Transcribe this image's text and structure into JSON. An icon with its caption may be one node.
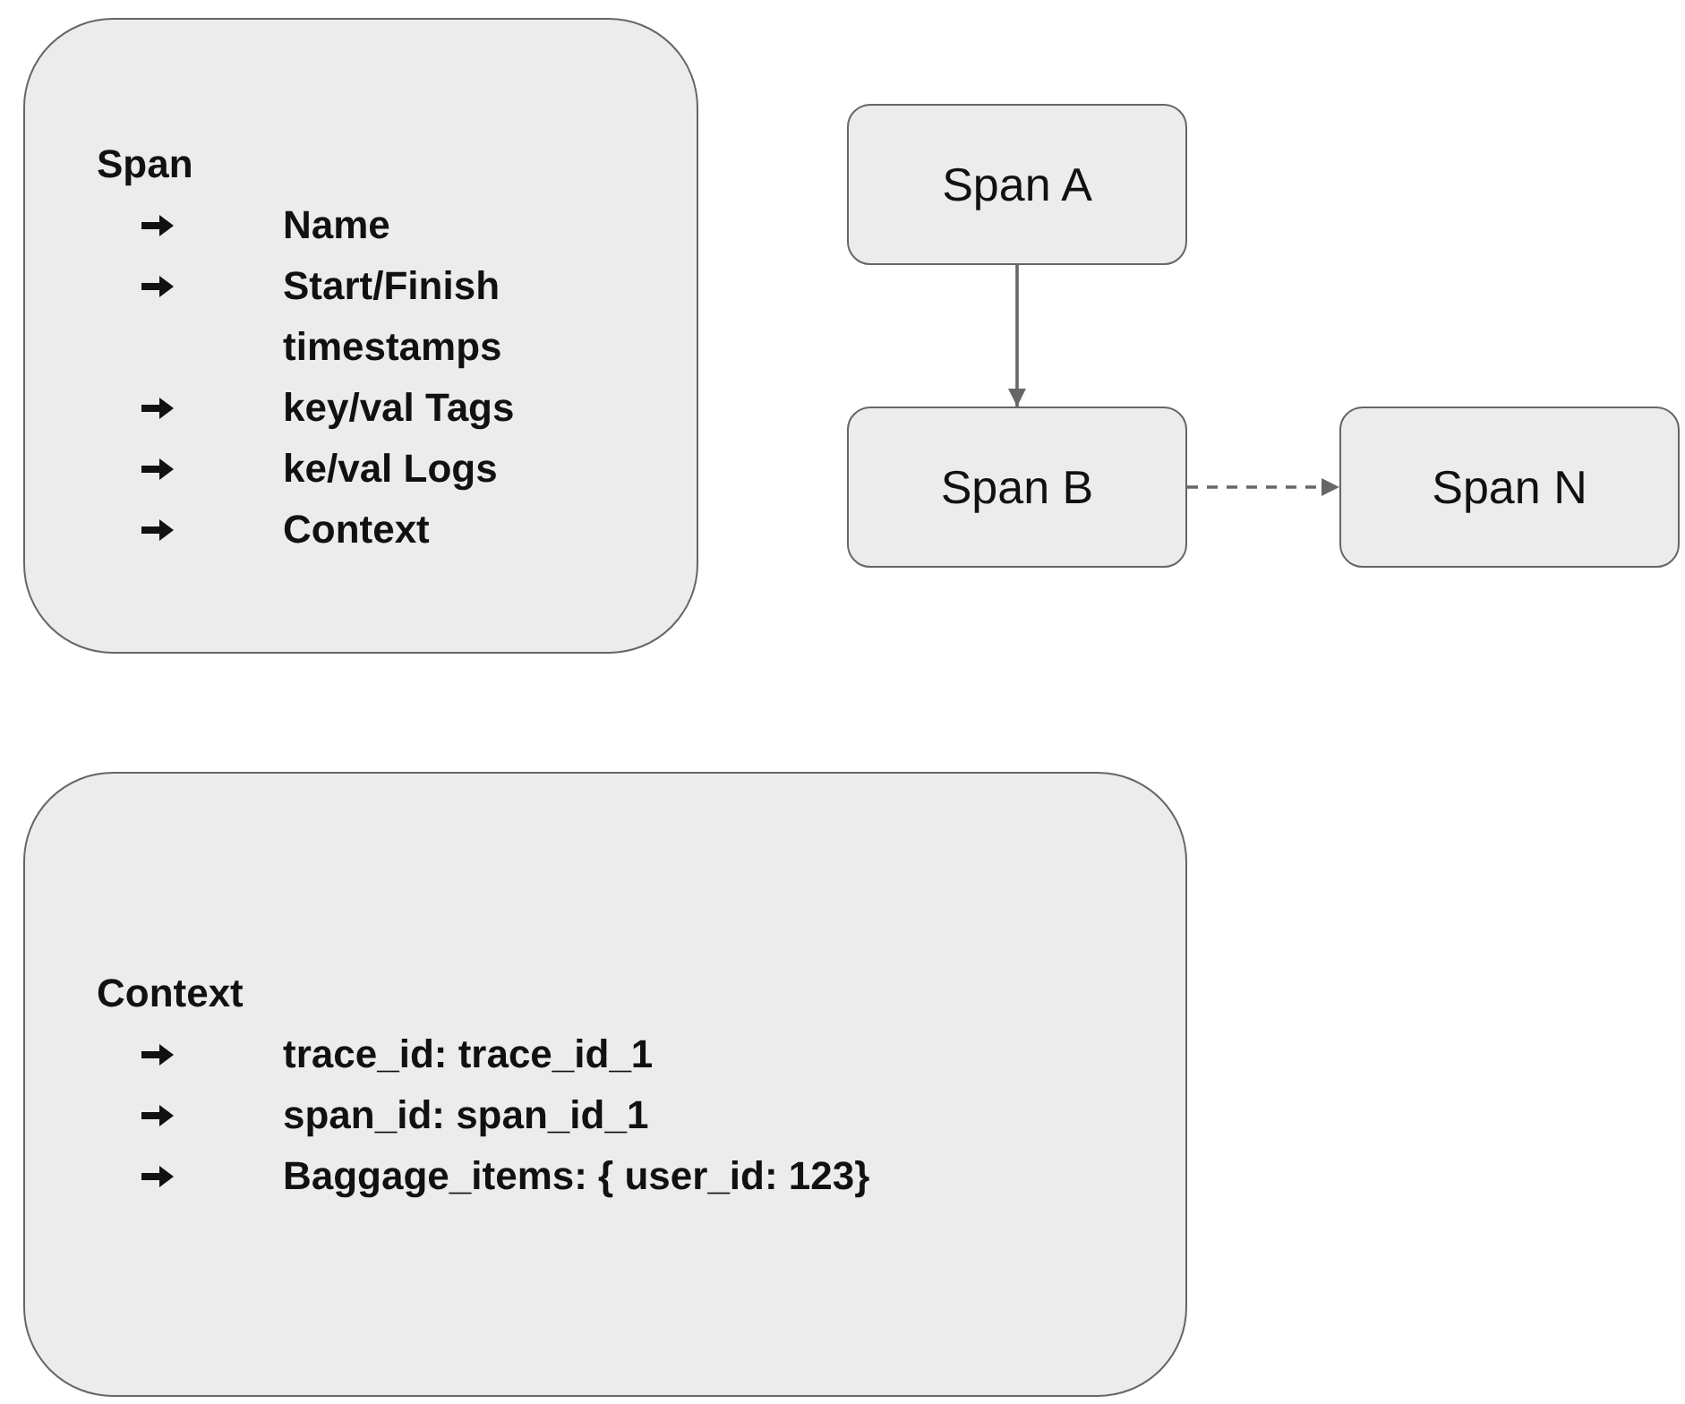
{
  "diagram": {
    "nodes": [
      {
        "text": [
          "Span",
          "Name",
          "Start/Finish timestamps",
          "key/val Tags",
          "ke/val Logs",
          "Context"
        ]
      },
      {
        "text": [
          "Span A"
        ]
      },
      {
        "text": [
          "Span B"
        ]
      },
      {
        "text": [
          "Span N"
        ]
      },
      {
        "text": [
          "Context",
          "trace_id: trace_id_1",
          "span_id: span_id_1",
          "Baggage_items: { user_id: 123}"
        ]
      }
    ],
    "edges": [
      {
        "from": 1,
        "to": 2,
        "arrow": "to"
      },
      {
        "from": 2,
        "to": 3,
        "arrow": "to",
        "style": "dashed"
      }
    ]
  }
}
